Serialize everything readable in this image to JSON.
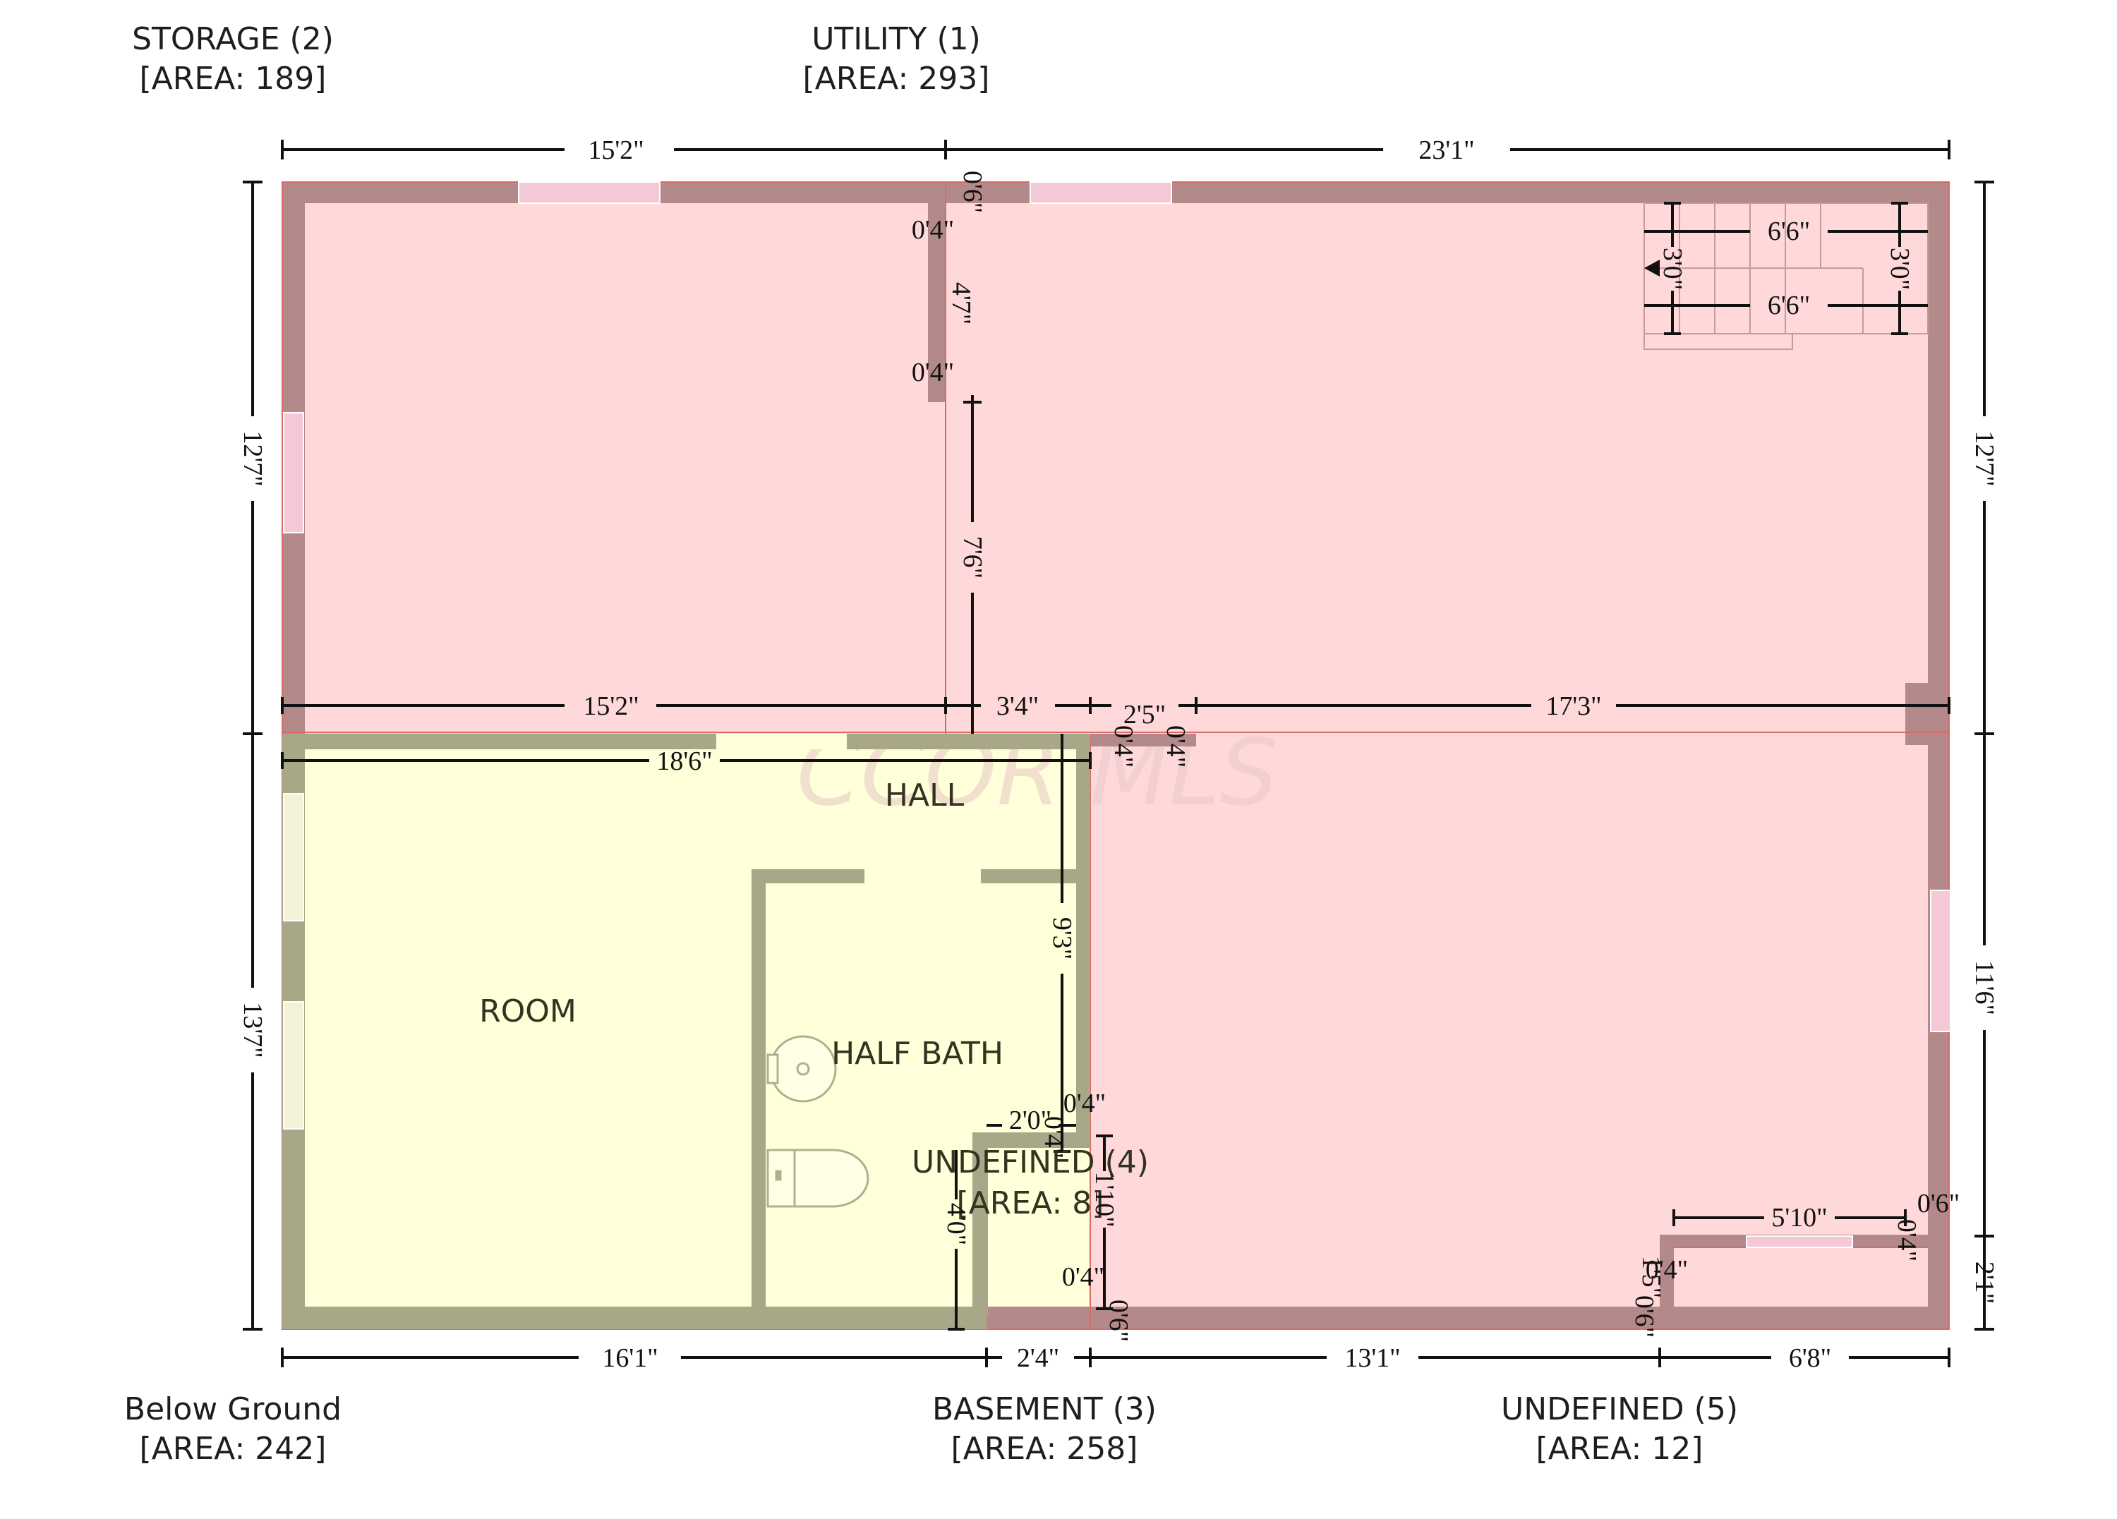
{
  "colors": {
    "pink_fill": "#ffd9da",
    "pink_wall": "#b48989",
    "yellow_fill": "#ffffd9",
    "olive_wall": "#a8a888",
    "window": "#f4c8d6",
    "dimension_line": "#111111"
  },
  "area_labels": {
    "storage": {
      "name": "STORAGE (2)",
      "area": "[AREA: 189]"
    },
    "utility": {
      "name": "UTILITY (1)",
      "area": "[AREA: 293]"
    },
    "below_ground": {
      "name": "Below Ground",
      "area": "[AREA: 242]"
    },
    "basement": {
      "name": "BASEMENT (3)",
      "area": "[AREA: 258]"
    },
    "undefined5": {
      "name": "UNDEFINED (5)",
      "area": "[AREA: 12]"
    }
  },
  "rooms": {
    "hall": "HALL",
    "room": "ROOM",
    "half_bath": "HALF BATH",
    "undefined4_name": "UNDEFINED (4)",
    "undefined4_area": "[AREA: 8]"
  },
  "watermark": "CCOR MLS",
  "dims": {
    "top_left": "15'2\"",
    "top_right": "23'1\"",
    "left_upper": "12'7\"",
    "left_lower": "13'7\"",
    "right_upper": "12'7\"",
    "right_mid": "11'6\"",
    "right_lower": "2'1\"",
    "bottom_a": "16'1\"",
    "bottom_b": "2'4\"",
    "bottom_c": "13'1\"",
    "bottom_d": "6'8\"",
    "mid_a": "15'2\"",
    "mid_b": "3'4\"",
    "mid_c": "2'5\"",
    "mid_d": "17'3\"",
    "hall_width": "18'6\"",
    "bath_height": "9'3\"",
    "wall_top": "0'6\"",
    "wall_a": "0'4\"",
    "wall_len": "4'7\"",
    "wall_b": "0'4\"",
    "opening": "7'6\"",
    "jog_a": "0'4\"",
    "jog_b": "0'4\"",
    "stair_top": "6'6\"",
    "stair_bottom": "6'6\"",
    "stair_left": "3'0\"",
    "stair_right": "3'0\"",
    "u4_width": "2'0\"",
    "u4_wall": "0'4\"",
    "u4_small": "0'4\"",
    "u4_height": "1'10\"",
    "u4_left": "4'0\"",
    "u4_bottom_wall": "0'4\"",
    "u4_bottom": "0'6\"",
    "u5_width": "5'10\"",
    "u5_right": "0'6\"",
    "u5_wall": "0'4\"",
    "u5_inner": "0'4\"",
    "u5_height": "1'5\"",
    "u5_bottom": "0'6\""
  }
}
